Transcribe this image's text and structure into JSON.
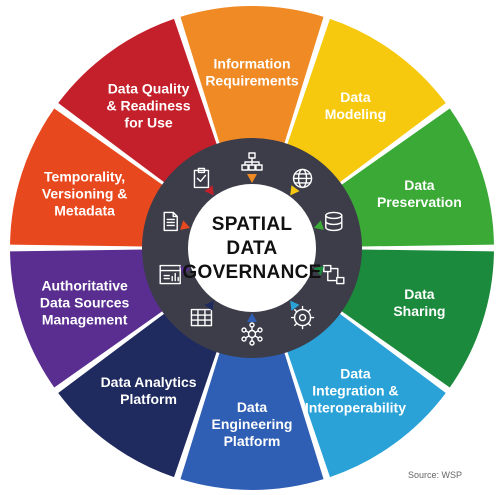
{
  "title": [
    "SPATIAL",
    "DATA",
    "GOVERNANCE"
  ],
  "source": "Source: WSP",
  "colors": {
    "inner_ring": "#3d3d4a",
    "hub": "#ffffff"
  },
  "segments": [
    {
      "lines": [
        "Information",
        "Requirements"
      ],
      "color": "#f08a24",
      "icon": "hierarchy-icon"
    },
    {
      "lines": [
        "Data",
        "Modeling"
      ],
      "color": "#f6c90e",
      "icon": "globe-icon"
    },
    {
      "lines": [
        "Data",
        "Preservation"
      ],
      "color": "#3aa935",
      "icon": "database-icon"
    },
    {
      "lines": [
        "Data",
        "Sharing"
      ],
      "color": "#1b8a3c",
      "icon": "share-network-icon"
    },
    {
      "lines": [
        "Data",
        "Integration &",
        "Interoperability"
      ],
      "color": "#2aa2d8",
      "icon": "gear-document-icon"
    },
    {
      "lines": [
        "Data",
        "Engineering",
        "Platform"
      ],
      "color": "#2f5fb4",
      "icon": "network-hub-icon"
    },
    {
      "lines": [
        "Data Analytics",
        "Platform"
      ],
      "color": "#1f2a5e",
      "icon": "server-grid-icon"
    },
    {
      "lines": [
        "Authoritative",
        "Data Sources",
        "Management"
      ],
      "color": "#5a2e91",
      "icon": "dashboard-icon"
    },
    {
      "lines": [
        "Temporality,",
        "Versioning &",
        "Metadata"
      ],
      "color": "#e8481e",
      "icon": "document-icon"
    },
    {
      "lines": [
        "Data Quality",
        "& Readiness",
        "for Use"
      ],
      "color": "#c4202b",
      "icon": "clipboard-check-icon"
    }
  ]
}
